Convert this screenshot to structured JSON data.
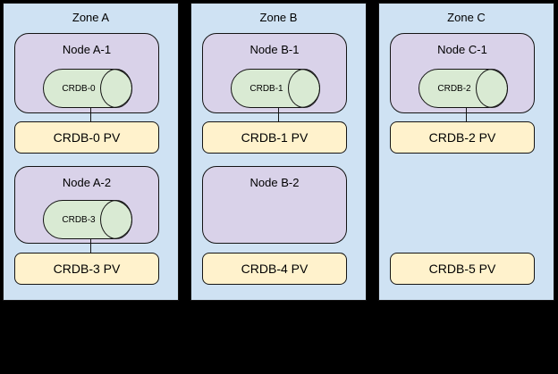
{
  "colors": {
    "canvas_background": "#000000",
    "zone_fill": "#cfe2f3",
    "node_fill": "#d9d2e9",
    "crdb_pod_fill": "#d9ead3",
    "pv_fill": "#fff2cc",
    "border": "#141414"
  },
  "diagram": {
    "zones": [
      {
        "label": "Zone A",
        "nodes": [
          {
            "label": "Node A-1",
            "cylinder": "CRDB-0",
            "pv": "CRDB-0 PV",
            "connected": true
          },
          {
            "label": "Node A-2",
            "cylinder": "CRDB-3",
            "pv": "CRDB-3 PV",
            "connected": true
          }
        ]
      },
      {
        "label": "Zone B",
        "nodes": [
          {
            "label": "Node B-1",
            "cylinder": "CRDB-1",
            "pv": "CRDB-1 PV",
            "connected": true
          },
          {
            "label": "Node B-2",
            "cylinder": null,
            "pv": "CRDB-4 PV",
            "connected": false
          }
        ]
      },
      {
        "label": "Zone C",
        "nodes": [
          {
            "label": "Node C-1",
            "cylinder": "CRDB-2",
            "pv": "CRDB-2 PV",
            "connected": true
          },
          {
            "label": null,
            "cylinder": null,
            "pv": "CRDB-5 PV",
            "connected": false
          }
        ]
      }
    ]
  }
}
